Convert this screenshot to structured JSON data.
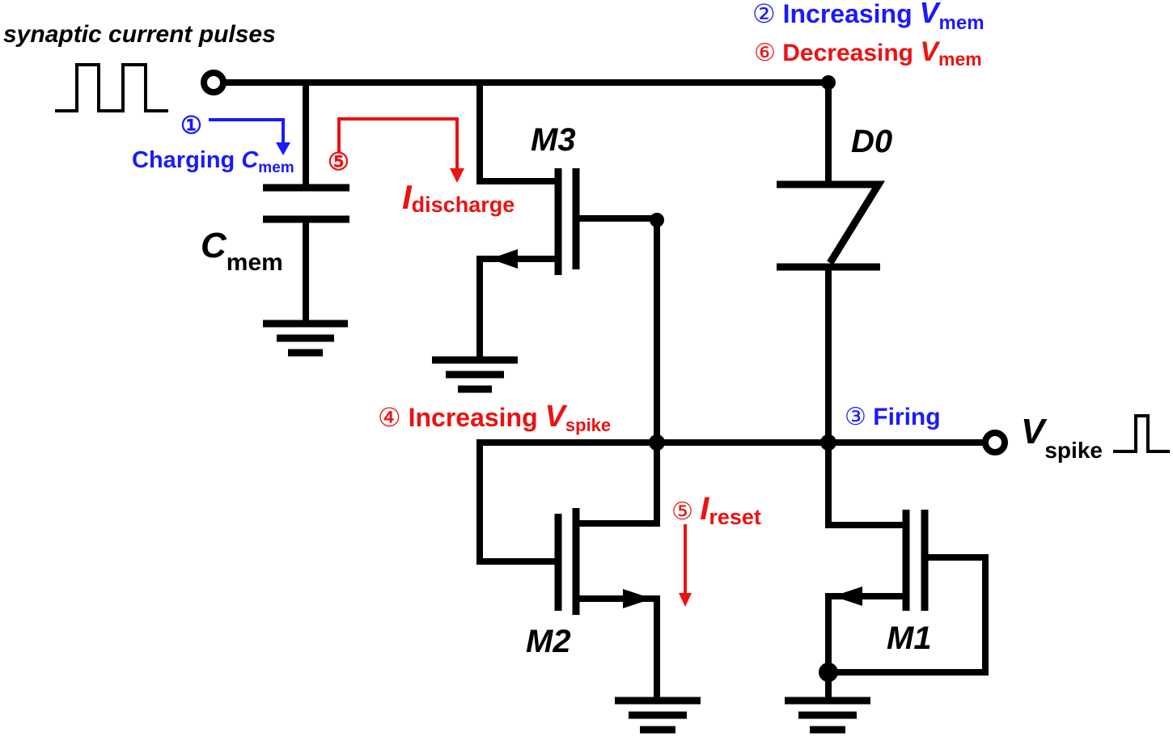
{
  "input_label": "synaptic current pulses",
  "components": {
    "capacitor": {
      "main": "C",
      "sub": "mem"
    },
    "m3": "M3",
    "m2": "M2",
    "m1": "M1",
    "d0": "D0",
    "output": {
      "main": "V",
      "sub": "spike"
    }
  },
  "steps": {
    "s1": {
      "num": "①",
      "text": "Charging ",
      "var": "C",
      "sub": "mem",
      "color": "#1a1aff"
    },
    "s2": {
      "num": "②",
      "text": "Increasing ",
      "var": "V",
      "sub": "mem",
      "color": "#1a1aff"
    },
    "s3": {
      "num": "③",
      "text": "Firing",
      "color": "#1a1aff"
    },
    "s4": {
      "num": "④",
      "text": "Increasing ",
      "var": "V",
      "sub": "spike",
      "color": "#ee1111"
    },
    "s5a": {
      "num": "⑤",
      "var": "I",
      "sub": "discharge",
      "color": "#ee1111"
    },
    "s5b": {
      "num": "⑤",
      "var": "I",
      "sub": "reset",
      "color": "#ee1111"
    },
    "s6": {
      "num": "⑥",
      "text": "Decreasing ",
      "var": "V",
      "sub": "mem",
      "color": "#ee1111"
    }
  }
}
